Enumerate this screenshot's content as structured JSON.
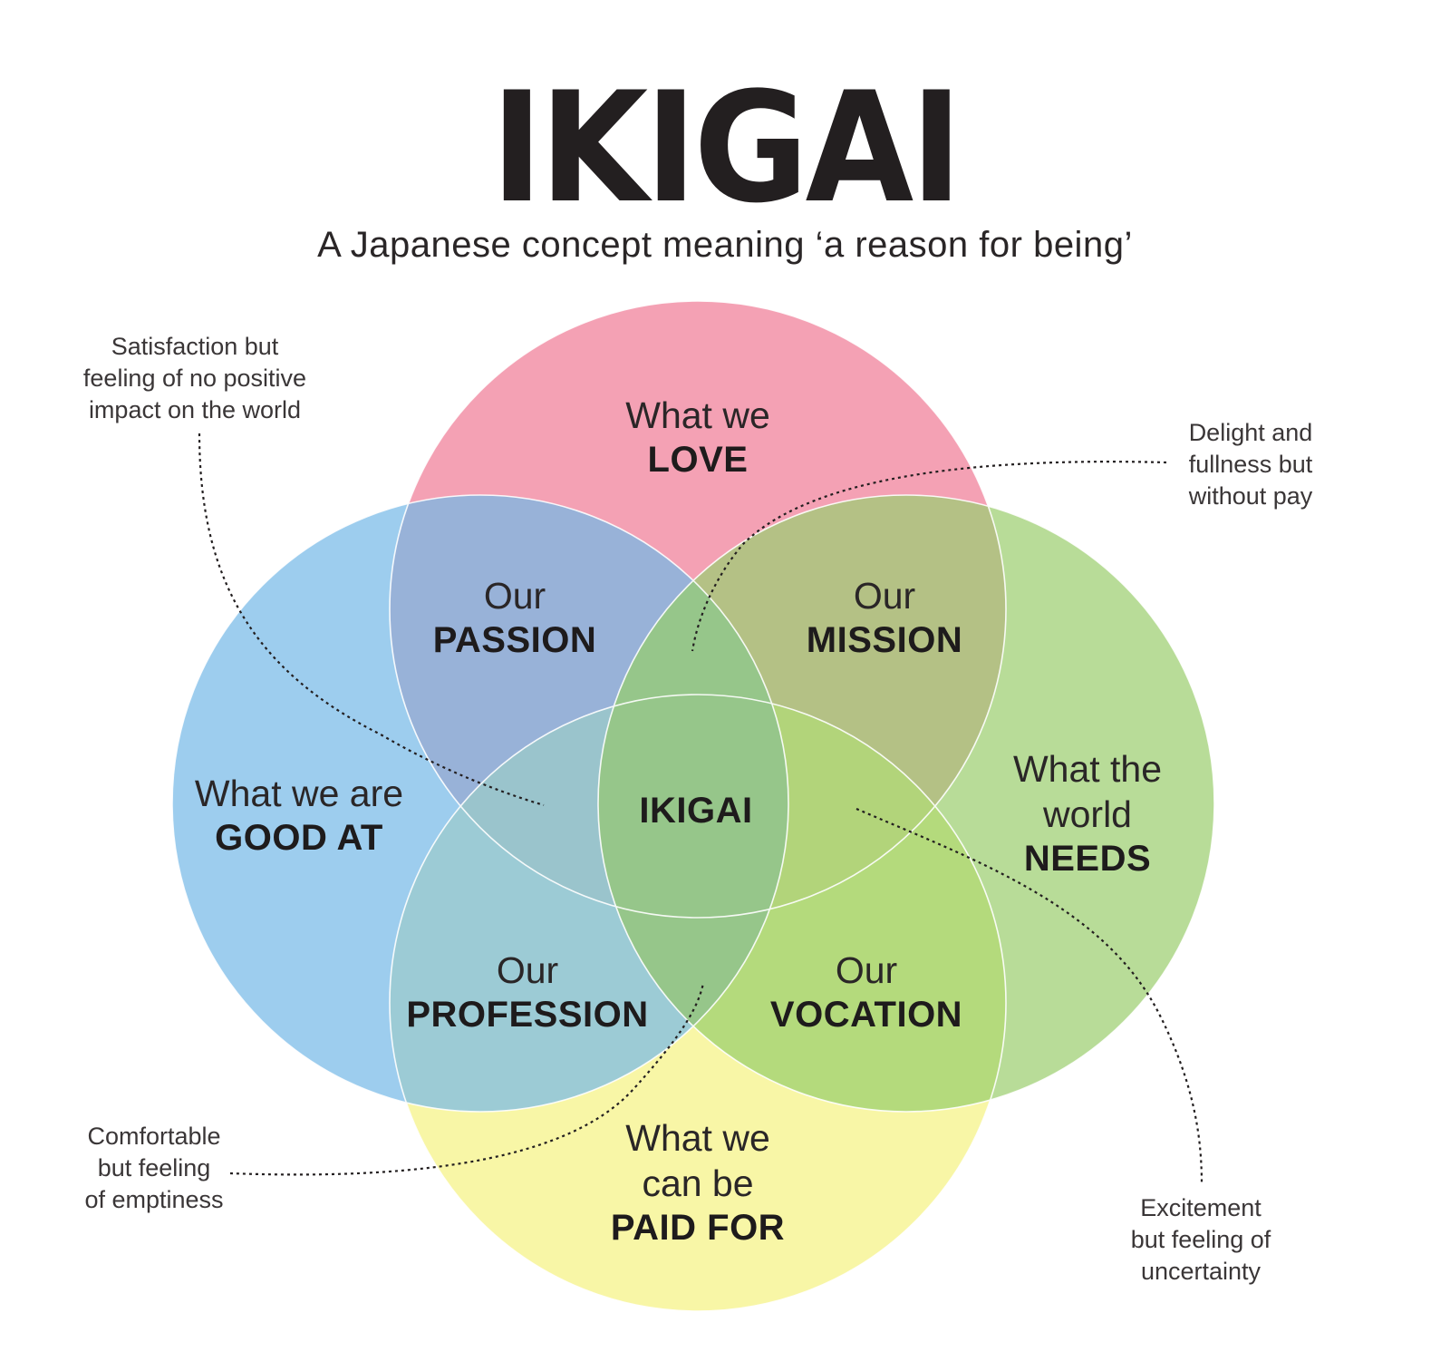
{
  "header": {
    "title": "IKIGAI",
    "subtitle": "A Japanese concept meaning ‘a reason for being’"
  },
  "colors": {
    "love": "#f4a1b4",
    "good_at": "#9dcdee",
    "world_needs": "#b8dc98",
    "paid_for": "#f8f6a6",
    "passion": "#98b2d8",
    "mission": "#b4c185",
    "profession": "#9ccbd5",
    "vocation": "#b4da7c",
    "ikigai": "#96c78a",
    "outline": "#ffffff",
    "text": "#231f20"
  },
  "circles": {
    "love": {
      "thin": "What we",
      "bold": "LOVE"
    },
    "good_at": {
      "thin": "What we are",
      "bold": "GOOD AT"
    },
    "world_needs": {
      "thin1": "What the",
      "thin2": "world",
      "bold": "NEEDS"
    },
    "paid_for": {
      "thin1": "What we",
      "thin2": "can be",
      "bold": "PAID FOR"
    }
  },
  "overlaps": {
    "passion": {
      "thin": "Our",
      "bold": "PASSION"
    },
    "mission": {
      "thin": "Our",
      "bold": "MISSION"
    },
    "profession": {
      "thin": "Our",
      "bold": "PROFESSION"
    },
    "vocation": {
      "thin": "Our",
      "bold": "VOCATION"
    },
    "center": {
      "bold": "IKIGAI"
    }
  },
  "annotations": {
    "top_left": [
      "Satisfaction but",
      "feeling of no positive",
      "impact on the world"
    ],
    "top_right": [
      "Delight and",
      "fullness but",
      "without pay"
    ],
    "bottom_left": [
      "Comfortable",
      "but feeling",
      "of emptiness"
    ],
    "bottom_right": [
      "Excitement",
      "but feeling of",
      "uncertainty"
    ]
  }
}
